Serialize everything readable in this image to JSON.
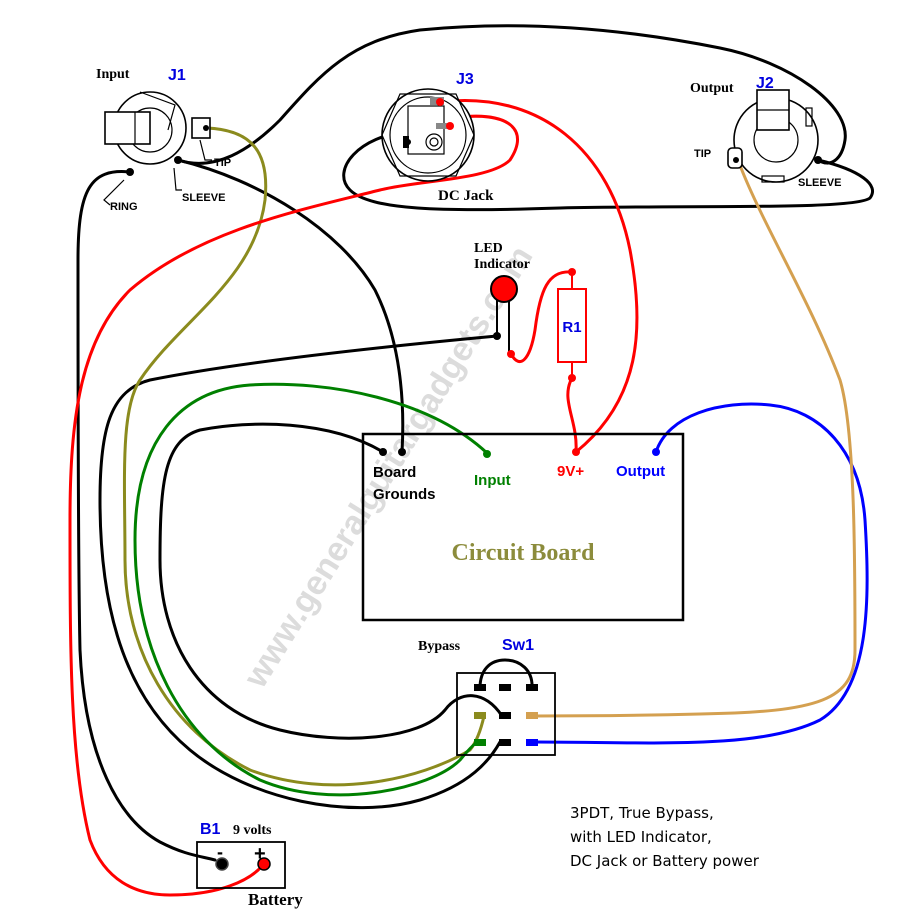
{
  "colors": {
    "ground": "#000000",
    "power": "#ff0000",
    "input": "#008000",
    "output": "#0000ff",
    "jack_input": "#8b8b1e",
    "jack_output": "#d4a050",
    "ref_designator": "#0000e0",
    "board_title": "#8c8c3c",
    "watermark": "#d8d8d8"
  },
  "watermark": "www.generalguitargadgets.com",
  "j1": {
    "ref": "J1",
    "name": "Input",
    "pins": {
      "tip": "TIP",
      "sleeve": "SLEEVE",
      "ring": "RING"
    }
  },
  "j3": {
    "ref": "J3",
    "name": "DC Jack"
  },
  "j2": {
    "ref": "J2",
    "name": "Output",
    "pins": {
      "tip": "TIP",
      "sleeve": "SLEEVE"
    }
  },
  "led": {
    "label_line1": "LED",
    "label_line2": "Indicator"
  },
  "r1": {
    "ref": "R1"
  },
  "circuit_board": {
    "title": "Circuit Board",
    "pads": {
      "grounds_line1": "Board",
      "grounds_line2": "Grounds",
      "input": "Input",
      "power": "9V+",
      "output": "Output"
    }
  },
  "switch": {
    "ref": "Sw1",
    "name": "Bypass"
  },
  "battery": {
    "ref": "B1",
    "voltage": "9 volts",
    "name": "Battery",
    "minus": "-",
    "plus": "+"
  },
  "notes": [
    "3PDT, True Bypass,",
    "with LED Indicator,",
    "DC Jack or Battery power"
  ]
}
